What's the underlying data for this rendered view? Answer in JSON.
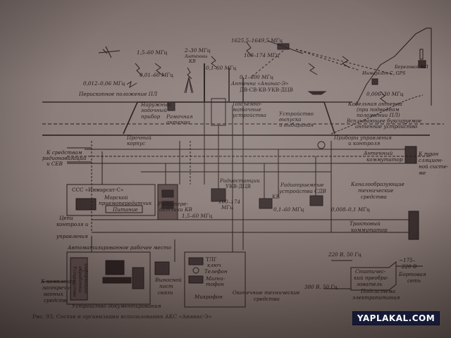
{
  "labels": {
    "f1": "1,5–60 МГц",
    "f2": "2–30 МГц",
    "f3": "1625,5–1649,5 МГц",
    "ant_kv": "Антенны",
    "ant_kv2": "КВ",
    "f4": "0,1–60 МГц",
    "f5": "100–174 МГц",
    "bkp": "Береговой КП",
    "inmarsat_gps": "Инмарсат-С, GPS",
    "f6": "0,01–60 МГц",
    "f7": "0,012–0,06 МГц",
    "f8": "0,1–400 МГц",
    "ant_anan": "Антенна «Ананас-Э»",
    "ant_bands": "ДВ-СВ-КВ-УКВ-ДЦВ",
    "periscope": "Перископное положение ПЛ",
    "f9": "0,006–30 МГц",
    "cable": "Кабельная антенна",
    "cable2": "(при подводном",
    "cable3": "положении ПЛ)",
    "ext1": "Наружный",
    "ext2": "зодочный",
    "ext3": "прибор",
    "frame1": "Рамочная",
    "frame2": "антенна",
    "lift1": "Подъемно-",
    "lift2": "маточные",
    "lift3": "устройства",
    "dev1": "Устройство",
    "dev2": "выпуска",
    "dev3": "и выбирания",
    "tow1": "Всплывающее буксируемое",
    "tow2": "антенное устройство",
    "hull1": "Прочный",
    "hull2": "корпус",
    "ctrl_dev": "Приборы управления",
    "ctrl_dev2": "и контроля",
    "to_radio1": "К средствам",
    "to_radio2": "радионавигации",
    "to_radio3": "и СЕВ",
    "ant_comm": "Антенный",
    "ant_comm2": "коммутатор",
    "to_trans1": "К тран",
    "to_trans2": "сляцион-",
    "to_trans3": "ной систе-",
    "to_trans4": "ме",
    "sss": "ССС «Инмарсат-С»",
    "sea1": "Морской",
    "sea2": "приемопередатчик",
    "power": "Питание",
    "radio1": "Радиопере-",
    "radio2": "датчики КВ",
    "radio3": "1,5–60 МГц",
    "ukv1": "Радиостанции",
    "ukv2": "УКВ-ДЦВ",
    "ukv3": "100–174",
    "ukv4": "МГц",
    "kv_lbl": "КВ",
    "recv1": "Радиоприемные",
    "recv2": "устройства СДВ",
    "recvf": "0,1–60 МГц",
    "sdvf": "0,008–0,1 МГц",
    "chan1": "Каналообразующие",
    "chan2": "технические",
    "chan3": "средства",
    "circ1": "Цепи",
    "circ2": "контроля и",
    "circ3": "управления",
    "tract1": "Трактовый",
    "tract2": "коммутатор",
    "arm": "Автоматизированное рабочее место",
    "tlg": "ТЛГ",
    "key": "ключ",
    "tel": "Телефон",
    "mag1": "Магни-",
    "mag2": "тофон",
    "mic": "Микрофон",
    "post1": "Выносной",
    "post2": "пост",
    "post3": "связи",
    "v220": "220 В, 50 Гц",
    "v175": "~175–",
    "v175b": "220 В",
    "board1": "Бортовая",
    "board2": "сеть",
    "stat1": "Статичес-",
    "stat2": "кий преобра-",
    "stat3": "зователь",
    "v380": "380 В, 50 Гц",
    "sub1": "Подсистема",
    "sub2": "электропитания",
    "term1": "Оконечные технические",
    "term2": "средства",
    "docs": "Устройство документирования",
    "complex1": "К комплексу",
    "complex2": "засекречи-",
    "complex3": "ванных",
    "complex4": "средств",
    "v1": "Устройство",
    "v2": "обработки",
    "v3": "информации",
    "caption": "Рис. 93. Состав и организация использования АКС «Ананас-Э»"
  },
  "watermark": "YAPLAKAL.COM"
}
